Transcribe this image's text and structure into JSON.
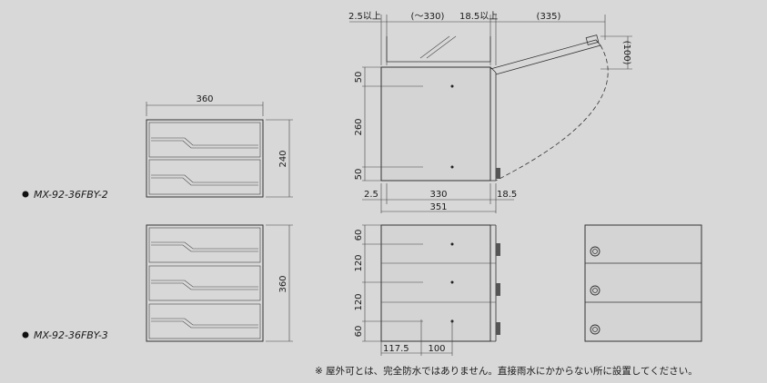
{
  "models": {
    "two": "MX-92-36FBY-2",
    "three": "MX-92-36FBY-3"
  },
  "dims": {
    "w360": "360",
    "h240": "240",
    "h360": "360",
    "top_left": "2.5以上",
    "top_mid": "(～330)",
    "top_right": "18.5以上",
    "top_open": "(335)",
    "open_h": "(100)",
    "v50a": "50",
    "v260": "260",
    "v50b": "50",
    "b25": "2.5",
    "b330": "330",
    "b185": "18.5",
    "b351": "351",
    "s60a": "60",
    "s120a": "120",
    "s120b": "120",
    "s60b": "60",
    "d1175": "117.5",
    "d100": "100"
  },
  "note": "※ 屋外可とは、完全防水ではありません。直接雨水にかからない所に設置してください。"
}
